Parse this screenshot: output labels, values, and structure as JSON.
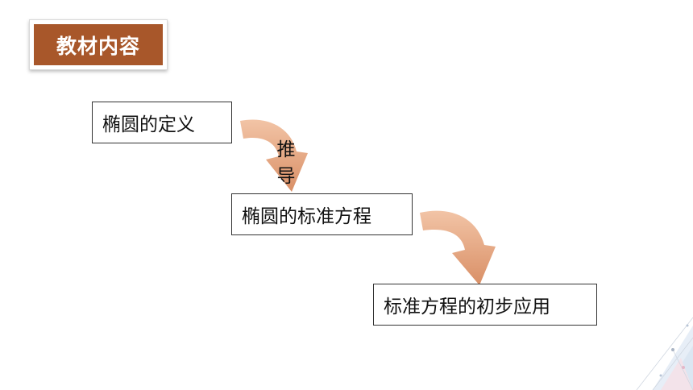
{
  "header": {
    "title": "教材内容"
  },
  "flow": {
    "step1": "椭圆的定义",
    "connector1_label": "推导",
    "step2": "椭圆的标准方程",
    "step3": "标准方程的初步应用"
  },
  "colors": {
    "title_bg": "#a8572a",
    "arrow_fill": "#e0a27f",
    "box_border": "#333333"
  }
}
